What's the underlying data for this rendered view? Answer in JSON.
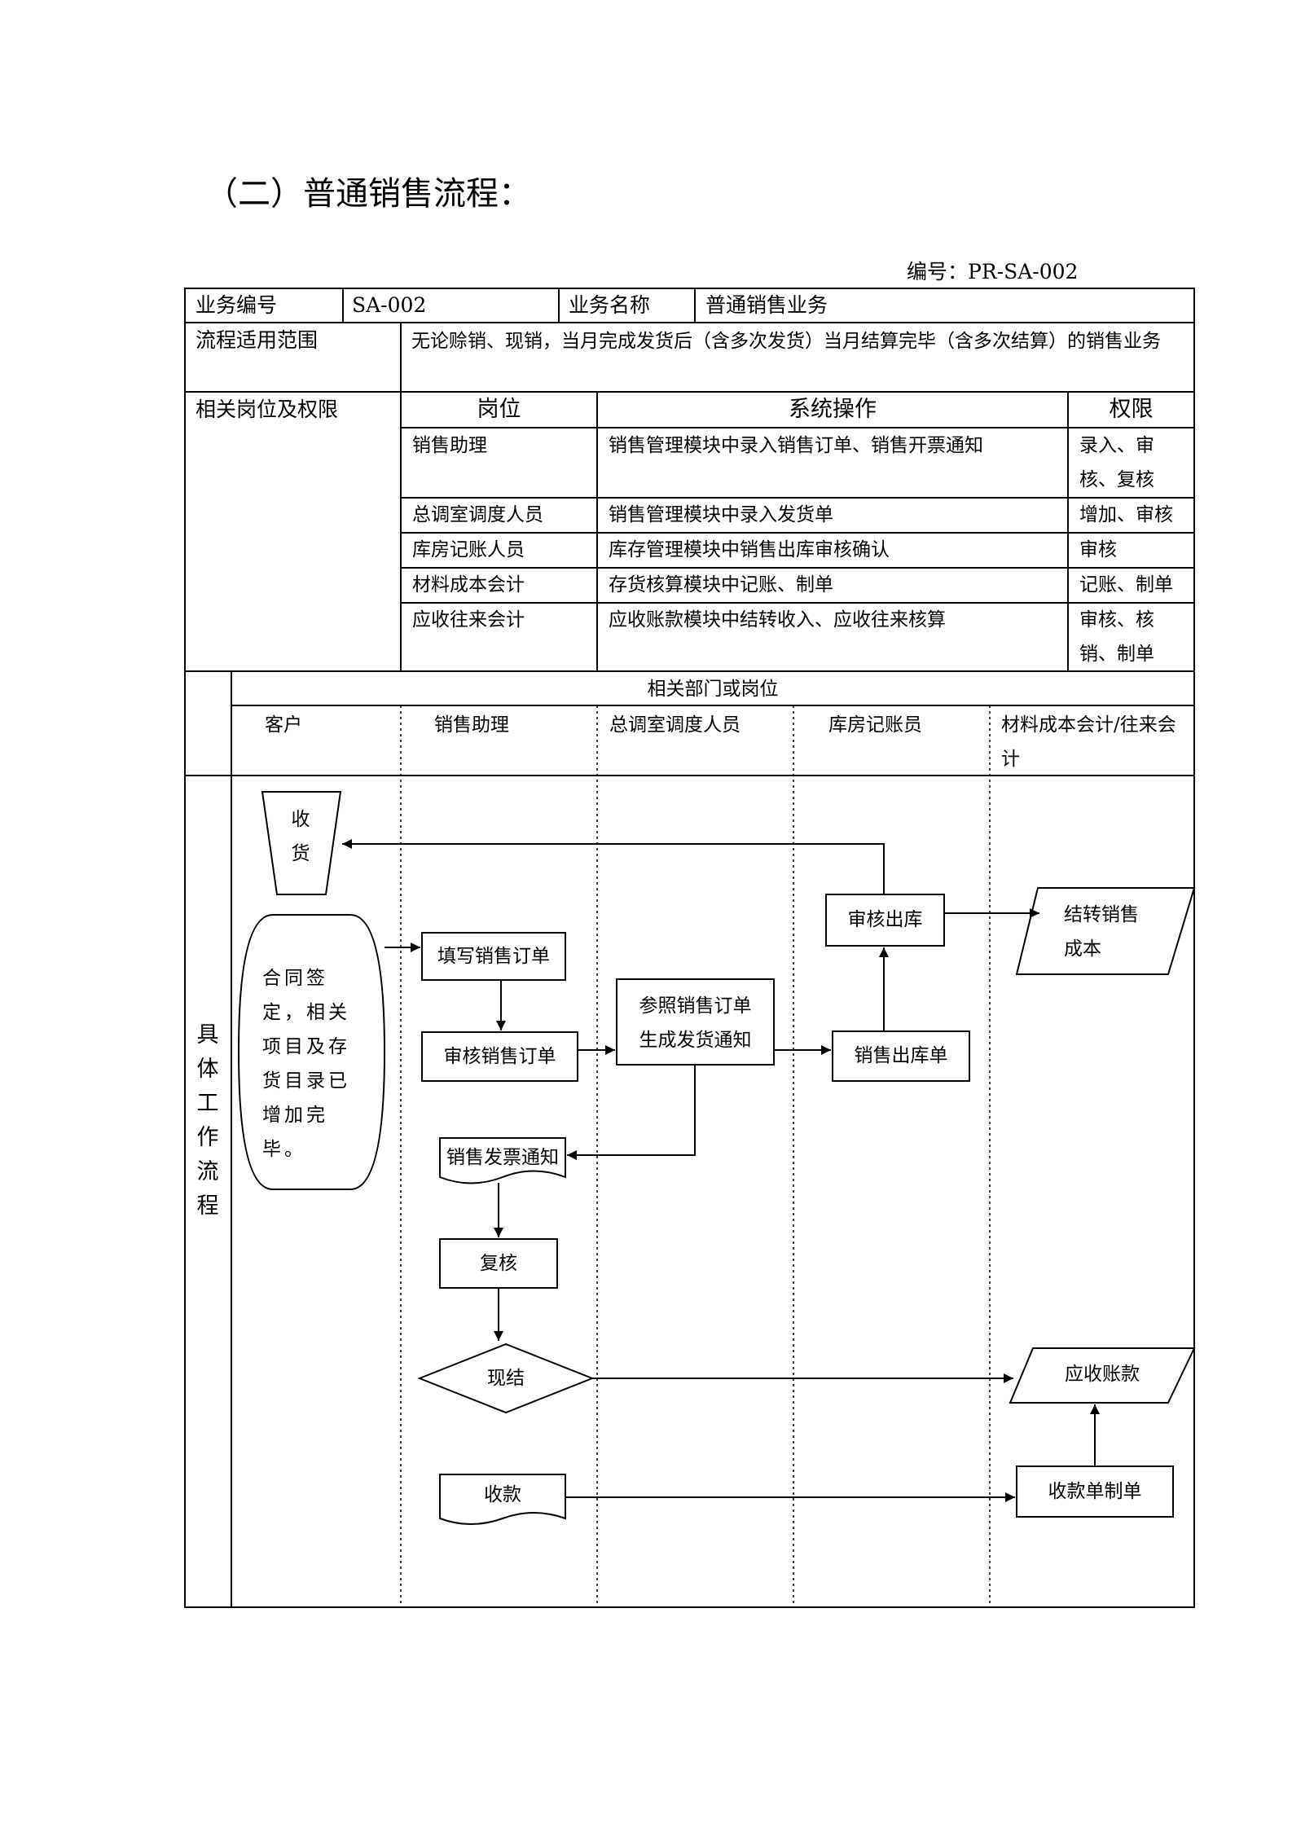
{
  "title": "（二）普通销售流程：",
  "doc_number": "编号：PR-SA-002",
  "info_table": {
    "biz_no_label": "业务编号",
    "biz_no_value": "SA-002",
    "biz_name_label": "业务名称",
    "biz_name_value": "普通销售业务",
    "scope_label": "流程适用范围",
    "scope_value": "无论赊销、现销，当月完成发货后（含多次发货）当月结算完毕（含多次结算）的销售业务",
    "roles_label": "相关岗位及权限",
    "roles_headers": [
      "岗位",
      "系统操作",
      "权限"
    ],
    "roles": [
      {
        "post": "销售助理",
        "op": "销售管理模块中录入销售订单、销售开票通知",
        "perm": "录入、审核、复核"
      },
      {
        "post": "总调室调度人员",
        "op": "销售管理模块中录入发货单",
        "perm": "增加、审核"
      },
      {
        "post": "库房记账人员",
        "op": "库存管理模块中销售出库审核确认",
        "perm": "审核"
      },
      {
        "post": "材料成本会计",
        "op": "存货核算模块中记账、制单",
        "perm": "记账、制单"
      },
      {
        "post": "应收往来会计",
        "op": "应收账款模块中结转收入、应收往来核算",
        "perm": "审核、核销、制单"
      }
    ]
  },
  "flow": {
    "section_label": "具体工作流程",
    "departments_label": "相关部门或岗位",
    "lanes": [
      "客户",
      "销售助理",
      "总调室调度人员",
      "库房记账员",
      "材料成本会计/往来会计"
    ],
    "nodes": {
      "receive": "收货",
      "contract": "合同签定，相关项目及存货目录已增加完毕。",
      "fill_order": "填写销售订单",
      "review_order": "审核销售订单",
      "gen_delivery": "参照销售订单生成发货通知",
      "outbound": "销售出库单",
      "review_outbound": "审核出库",
      "carry_cost": "结转销售成本",
      "invoice_notice": "销售发票通知",
      "recheck": "复核",
      "cash_settle": "现结",
      "receivable": "应收账款",
      "collection": "收款",
      "receipt_voucher": "收款单制单"
    }
  }
}
